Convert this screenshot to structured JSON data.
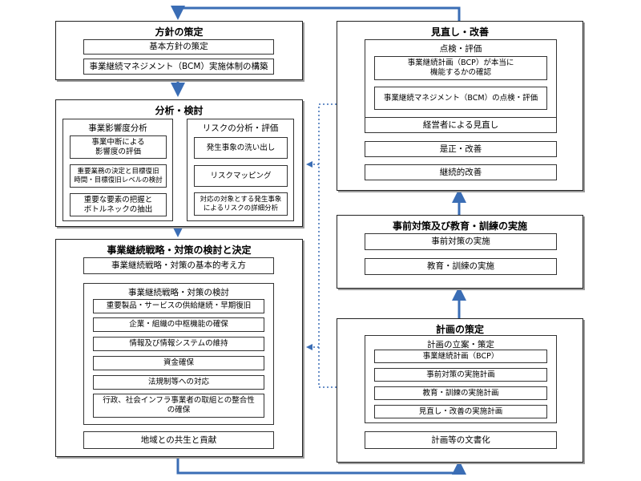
{
  "policy": {
    "title": "方針の策定",
    "items": [
      "基本方針の策定",
      "事業継続マネジメント（BCM）実施体制の構築"
    ]
  },
  "analysis": {
    "title": "分析・検討",
    "impact": {
      "title": "事業影響度分析",
      "items": [
        "事業中断による\n影響度の評価",
        "重要業務の決定と目標復旧\n時間・目標復旧レベルの検討",
        "重要な要素の把握と\nボトルネックの抽出"
      ]
    },
    "risk": {
      "title": "リスクの分析・評価",
      "items": [
        "発生事象の洗い出し",
        "リスクマッピング",
        "対応の対象とする発生事象\nによるリスクの詳細分析"
      ]
    }
  },
  "strategy": {
    "title": "事業継続戦略・対策の検討と決定",
    "basic": "事業継続戦略・対策の基本的考え方",
    "inner_title": "事業継続戦略・対策の検討",
    "items": [
      "重要製品・サービスの供給継続・早期復旧",
      "企業・組織の中枢機能の確保",
      "情報及び情報システムの維持",
      "資金確保",
      "法規制等への対応",
      "行政、社会インフラ事業者の取組との整合性\nの確保"
    ],
    "community": "地域との共生と貢献"
  },
  "review": {
    "title": "見直し・改善",
    "inspect_title": "点検・評価",
    "inspect_items": [
      "事業継続計画（BCP）が本当に\n機能するかの確認",
      "事業継続マネジメント（BCM）の点検・評価"
    ],
    "items": [
      "経営者による見直し",
      "是正・改善",
      "継続的改善"
    ]
  },
  "training": {
    "title": "事前対策及び教育・訓練の実施",
    "items": [
      "事前対策の実施",
      "教育・訓練の実施"
    ]
  },
  "plan": {
    "title": "計画の策定",
    "inner_title": "計画の立案・策定",
    "items": [
      "事業継続計画（BCP）",
      "事前対策の実施計画",
      "教育・訓練の実施計画",
      "見直し・改善の実施計画"
    ],
    "document": "計画等の文書化"
  },
  "colors": {
    "arrow": "#3a6db5",
    "border": "#333333"
  }
}
